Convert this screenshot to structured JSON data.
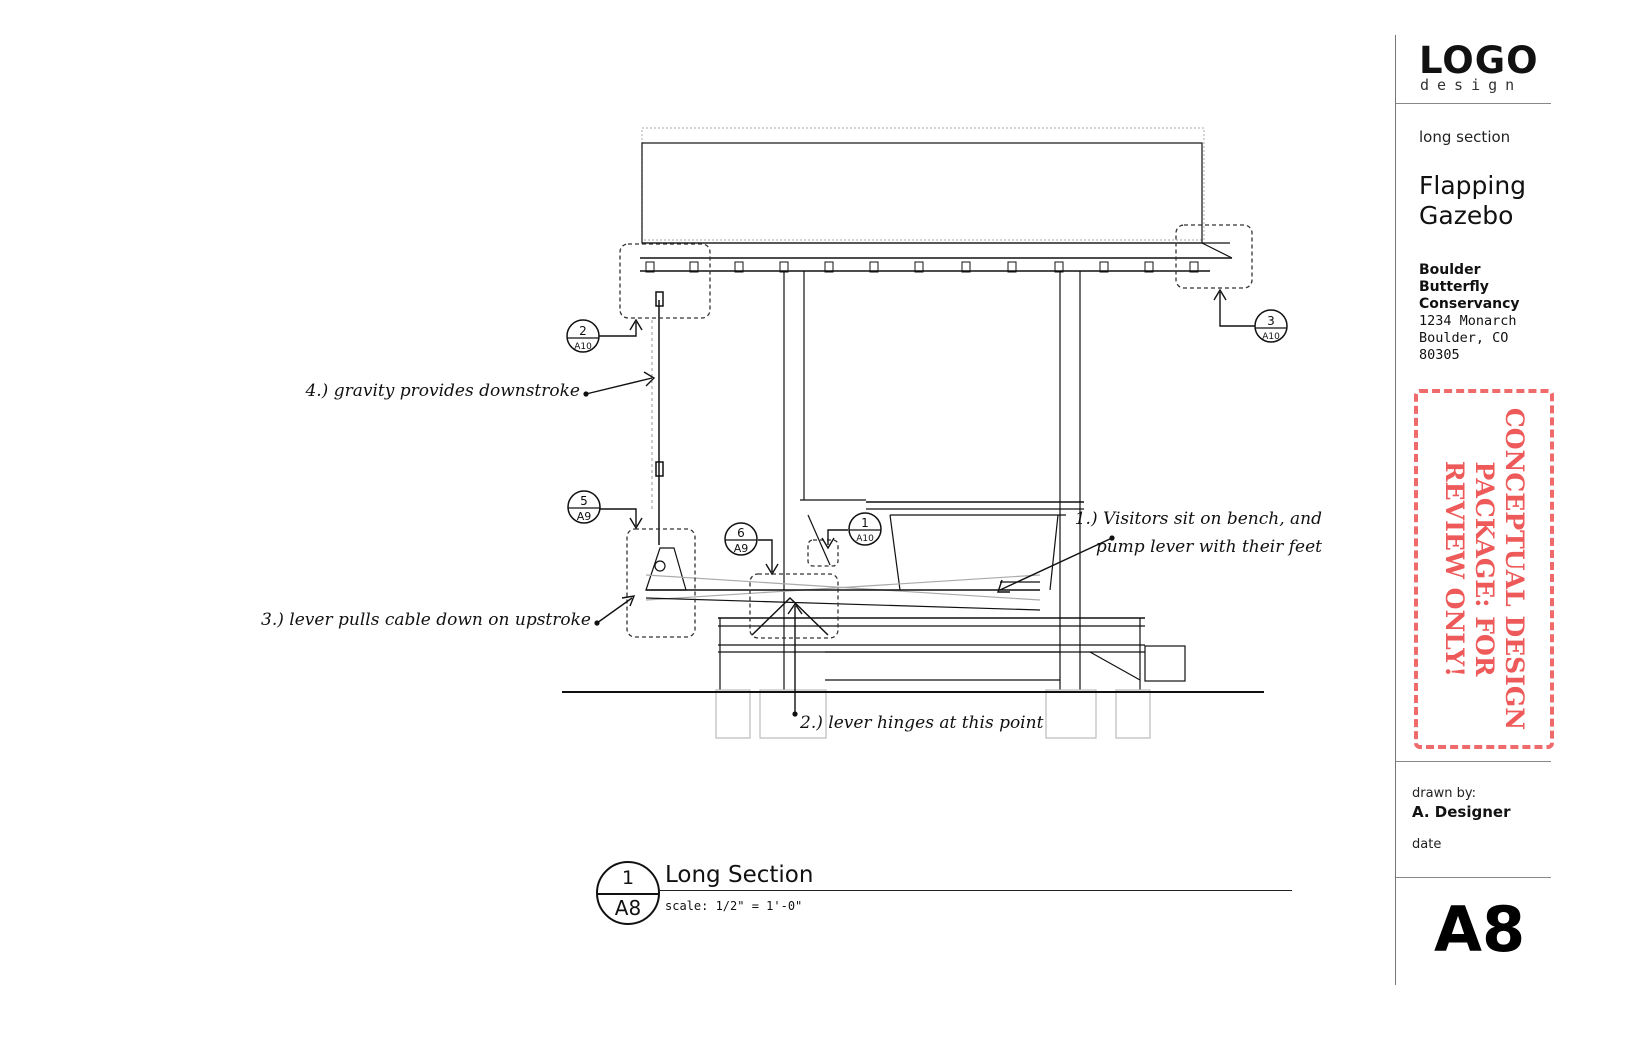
{
  "title_block": {
    "logo_main": "LOGO",
    "logo_sub": "design",
    "sheet_type": "long section",
    "project_name": "Flapping Gazebo",
    "client_name": "Boulder Butterfly Conservancy",
    "client_address": "1234 Monarch Boulder, CO 80305",
    "stamp_text": "CONCEPTUAL DESIGN PACKAGE: FOR REVIEW ONLY!",
    "drawn_by_label": "drawn by:",
    "designer": "A. Designer",
    "date_label": "date",
    "sheet_number": "A8"
  },
  "view": {
    "number": "1",
    "sheet": "A8",
    "title": "Long Section",
    "scale": "scale: 1/2\" = 1'-0\""
  },
  "annotations": [
    {
      "id": "note4",
      "text": "4.) gravity provides downstroke"
    },
    {
      "id": "note3",
      "text": "3.) lever pulls cable down on upstroke"
    },
    {
      "id": "note1a",
      "text": "1.) Visitors sit on bench, and"
    },
    {
      "id": "note1b",
      "text": "pump lever with their feet"
    },
    {
      "id": "note2",
      "text": "2.) lever hinges at this point"
    }
  ],
  "detail_callouts": [
    {
      "num": "2",
      "sheet": "A10"
    },
    {
      "num": "3",
      "sheet": "A10"
    },
    {
      "num": "5",
      "sheet": "A9"
    },
    {
      "num": "6",
      "sheet": "A9"
    },
    {
      "num": "1",
      "sheet": "A10"
    }
  ],
  "colors": {
    "line": "#111111",
    "light_line": "#aaaaaa",
    "stamp": "#ee5a5a"
  }
}
